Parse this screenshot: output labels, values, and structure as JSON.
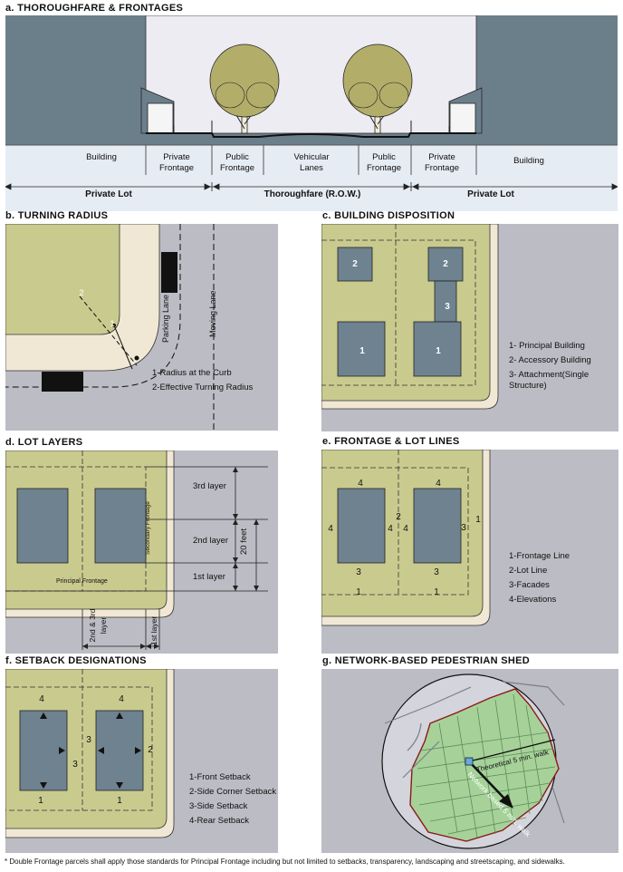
{
  "panels": {
    "a": {
      "title": "a. THOROUGHFARE & FRONTAGES",
      "labels": [
        "Building",
        "Private Frontage",
        "Public Frontage",
        "Vehicular Lanes",
        "Public Frontage",
        "Private Frontage",
        "Building"
      ],
      "spans": [
        "Private Lot",
        "Thoroughfare (R.O.W.)",
        "Private Lot"
      ]
    },
    "b": {
      "title": "b. TURNING RADIUS",
      "parking_lane": "Parking Lane",
      "moving_lane": "Moving Lane",
      "mark1": "1",
      "mark2": "2",
      "legend": [
        "1-Radius at the Curb",
        "2-Effective Turning Radius"
      ]
    },
    "c": {
      "title": "c. BUILDING DISPOSITION",
      "nums": [
        "2",
        "2",
        "3",
        "1",
        "1"
      ],
      "legend": [
        "1- Principal Building",
        "2- Accessory Building",
        "3- Attachment(Single Structure)"
      ]
    },
    "d": {
      "title": "d. LOT LAYERS",
      "layers": [
        "3rd layer",
        "2nd layer",
        "1st layer"
      ],
      "twenty_feet": "20 feet",
      "secondary": "Secondary Frontage",
      "principal": "Principal Frontage",
      "bottom1": "2nd & 3rd layer",
      "bottom2": "1st layer"
    },
    "e": {
      "title": "e. FRONTAGE & LOT LINES",
      "nums": [
        "4",
        "4",
        "4",
        "4",
        "2",
        "4",
        "3",
        "3",
        "3",
        "1",
        "1",
        "1"
      ],
      "legend": [
        "1-Frontage Line",
        "2-Lot Line",
        "3-Facades",
        "4-Elevations"
      ]
    },
    "f": {
      "title": "f. SETBACK DESIGNATIONS",
      "nums": [
        "4",
        "4",
        "3",
        "3",
        "2",
        "1",
        "1"
      ],
      "legend": [
        "1-Front Setback",
        "2-Side Corner Setback",
        "3-Side Setback",
        "4-Rear Setback"
      ]
    },
    "g": {
      "title": "g.  NETWORK-BASED PEDESTRIAN SHED",
      "theoretical": "Theoretical 5 min. walk",
      "network": "Network based 5 min. walk"
    }
  },
  "footnote": "* Double Frontage parcels shall apply those standards for Principal Frontage including but not limited to setbacks, transparency, landscaping and streetscaping, and sidewalks.",
  "colors": {
    "slate": "#6b7f8b",
    "grey_bg": "#bcbcc4",
    "lot_green": "#c9ca8e",
    "sidewalk": "#f0e8d4",
    "building": "#6e8290",
    "tree_canopy": "#b3ad6a",
    "map_green": "#a6d29a"
  }
}
